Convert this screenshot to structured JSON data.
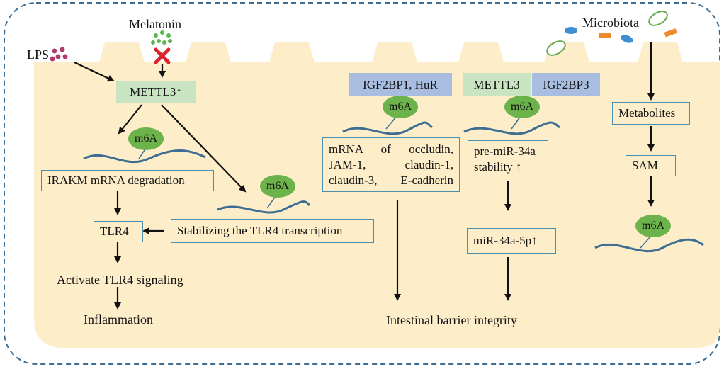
{
  "colors": {
    "cell_fill": "#fdeec9",
    "border_dashed": "#3d6d93",
    "rna": "#3d6d93",
    "m6a_fill": "#6cb34c",
    "green_box": "#c9e4c1",
    "blue_box": "#a8bde0",
    "inhibit_mark": "#d9252b"
  },
  "inputs": {
    "melatonin": "Melatonin",
    "lps": "LPS",
    "microbiota": "Microbiota"
  },
  "left_pathway": {
    "mettl3": "METTL3↑",
    "m6a_a": "m6A",
    "irakm": "IRAKM mRNA  degradation",
    "m6a_b": "m6A",
    "stabilizing": "Stabilizing the TLR4 transcription",
    "tlr4": "TLR4",
    "activate": "Activate TLR4 signaling",
    "inflammation": "Inflammation"
  },
  "middle_pathway": {
    "readers": "IGF2BP1, HuR",
    "m6a": "m6A",
    "mrna_line1": "mRNA of occludin,",
    "mrna_line2": "JAM-1, claudin-1,",
    "mrna_line3": "claudin-3, E-cadherin"
  },
  "right_pathway": {
    "mettl3": "METTL3",
    "igf2bp3": "IGF2BP3",
    "m6a": "m6A",
    "pre_mir_line1": "pre-miR-34a",
    "pre_mir_line2": "stability ↑",
    "mir": "miR-34a-5p↑"
  },
  "outcome": {
    "barrier": "Intestinal barrier integrity"
  },
  "microbiota_pathway": {
    "metabolites": "Metabolites",
    "sam": "SAM",
    "m6a": "m6A"
  }
}
